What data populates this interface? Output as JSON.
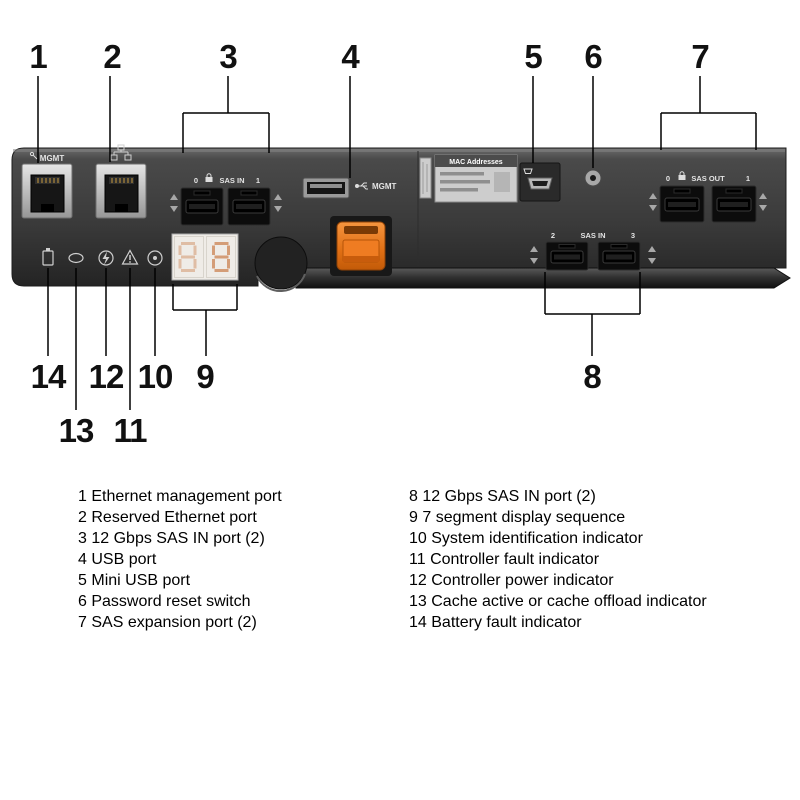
{
  "page": {
    "background": "#ffffff",
    "type": "hardware-callout-diagram"
  },
  "colors": {
    "panel_dark": "#3a3a3a",
    "latch_orange": "#e87522",
    "port_silver": "#c0c0c0",
    "display_digit": "#d09064",
    "callout_line": "#000000"
  },
  "callouts": {
    "top": [
      "1",
      "2",
      "3",
      "4",
      "5",
      "6",
      "7"
    ],
    "bottom": [
      "8",
      "9",
      "10",
      "11",
      "12",
      "13",
      "14"
    ]
  },
  "panel": {
    "mgmt_port_label": "MGMT",
    "sas_in_top": {
      "label": "SAS IN",
      "port_left": "0",
      "port_right": "1"
    },
    "usb_mgmt_label": "MGMT",
    "mac_label_title": "MAC Addresses",
    "sas_out": {
      "label": "SAS OUT",
      "port_left": "0",
      "port_right": "1"
    },
    "sas_in_lower": {
      "label": "SAS IN",
      "port_left": "2",
      "port_right": "3"
    }
  },
  "legend": {
    "left": [
      {
        "num": "1",
        "text": "Ethernet management port"
      },
      {
        "num": "2",
        "text": "Reserved Ethernet port"
      },
      {
        "num": "3",
        "text": "12 Gbps SAS IN port (2)"
      },
      {
        "num": "4",
        "text": "USB port"
      },
      {
        "num": "5",
        "text": "Mini USB port"
      },
      {
        "num": "6",
        "text": "Password reset switch"
      },
      {
        "num": "7",
        "text": "SAS expansion port (2)"
      }
    ],
    "right": [
      {
        "num": "8",
        "text": "12 Gbps SAS IN port (2)"
      },
      {
        "num": "9",
        "text": "7 segment display sequence"
      },
      {
        "num": "10",
        "text": "System identification indicator"
      },
      {
        "num": "11",
        "text": "Controller fault indicator"
      },
      {
        "num": "12",
        "text": "Controller power indicator"
      },
      {
        "num": "13",
        "text": "Cache active or cache offload indicator"
      },
      {
        "num": "14",
        "text": "Battery fault indicator"
      }
    ]
  }
}
